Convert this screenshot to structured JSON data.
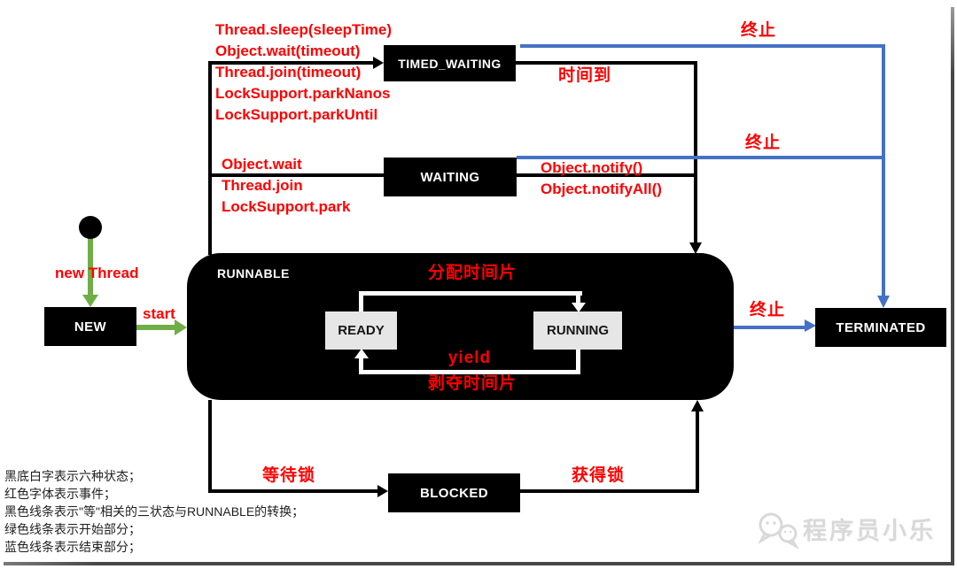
{
  "diagram": {
    "title_context": "Java thread state transition diagram",
    "states": {
      "new": "NEW",
      "runnable": "RUNNABLE",
      "ready": "READY",
      "running": "RUNNING",
      "timed_waiting": "TIMED_WAITING",
      "waiting": "WAITING",
      "blocked": "BLOCKED",
      "terminated": "TERMINATED"
    },
    "events": {
      "timed_waiting_methods": [
        "Thread.sleep(sleepTime)",
        "Object.wait(timeout)",
        "Thread.join(timeout)",
        "LockSupport.parkNanos",
        "LockSupport.parkUntil"
      ],
      "waiting_methods": [
        "Object.wait",
        "Thread.join",
        "LockSupport.park"
      ],
      "waiting_notify": [
        "Object.notify()",
        "Object.notifyAll()"
      ],
      "time_up": "时间到",
      "terminate_timed_waiting": "终止",
      "terminate_waiting": "终止",
      "terminate_runnable": "终止",
      "new_thread": "new Thread",
      "start": "start",
      "allocate_slice": "分配时间片",
      "yield": "yield",
      "deprive_slice": "剥夺时间片",
      "wait_lock": "等待锁",
      "acquire_lock": "获得锁"
    },
    "legend": [
      "黑底白字表示六种状态；",
      "红色字体表示事件；",
      "黑色线条表示\"等\"相关的三状态与RUNNABLE的转换；",
      "绿色线条表示开始部分；",
      "蓝色线条表示结束部分；"
    ],
    "watermark": "程序员小乐",
    "colors": {
      "event_text": "#fe0000",
      "start_line": "#70ad47",
      "end_line": "#4472c4",
      "transition_line": "#000000",
      "state_bg": "#000000",
      "state_fg": "#ffffff",
      "substate_bg": "#e7e6e6"
    }
  }
}
